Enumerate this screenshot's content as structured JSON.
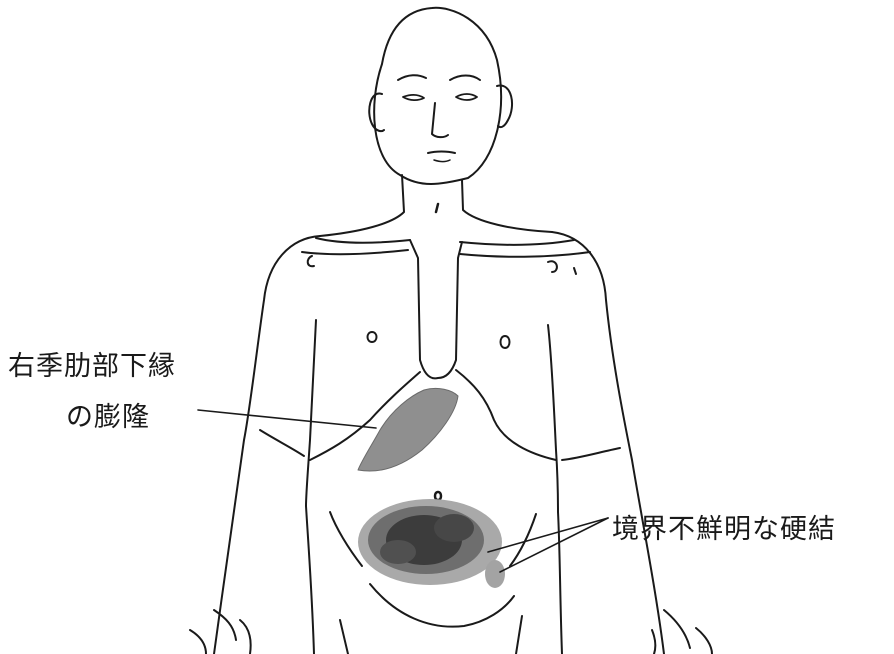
{
  "labels": {
    "liver_line1": "右季肋部下縁",
    "liver_line2": "の膨隆",
    "mass": "境界不鮮明な硬結"
  },
  "colors": {
    "outline": "#1a1a1a",
    "liver_fill": "#8f8f8f",
    "mass_light": "#a9a9a9",
    "mass_mid": "#6e6e6e",
    "mass_dark": "#3c3c3c",
    "background": "#ffffff"
  }
}
